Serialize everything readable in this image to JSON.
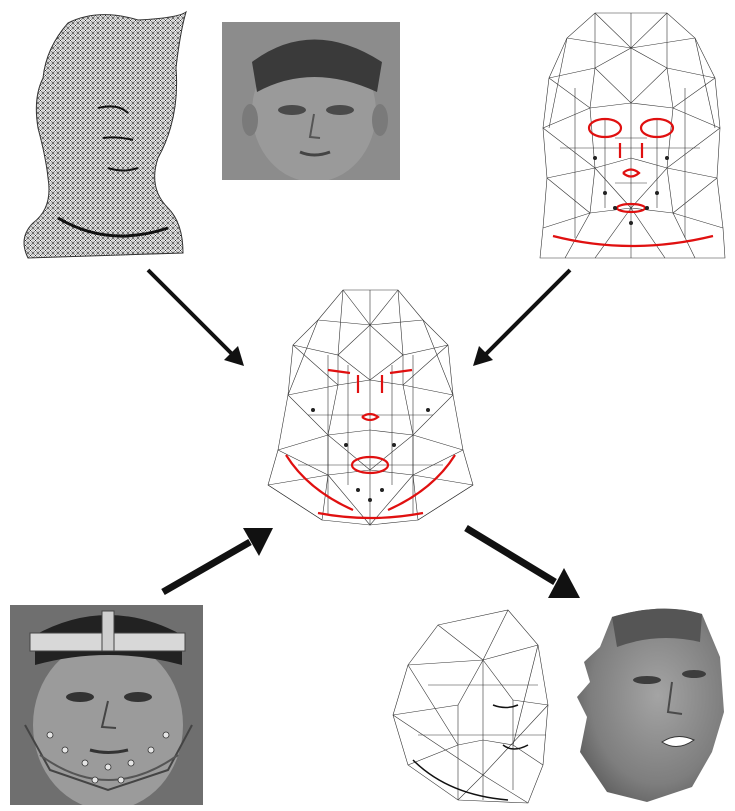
{
  "colors": {
    "background": "#ffffff",
    "wire": "#333333",
    "feature_lines": "#e01010",
    "arrow": "#111111",
    "photo_gray": "#8a8a8a",
    "skin_gray": "#7e7e7e"
  },
  "icons": {
    "scan_mesh": "dense-head-scan-mesh",
    "texture_photo": "grayscale-face-photo",
    "generic_model": "generic-face-wireframe-with-red-features",
    "adapted_model": "adapted-face-wireframe-with-red-features",
    "marker_photo": "face-with-head-frame-and-markers-photo",
    "output_wire": "rotated-face-wireframe",
    "output_render": "shaded-face-render"
  }
}
